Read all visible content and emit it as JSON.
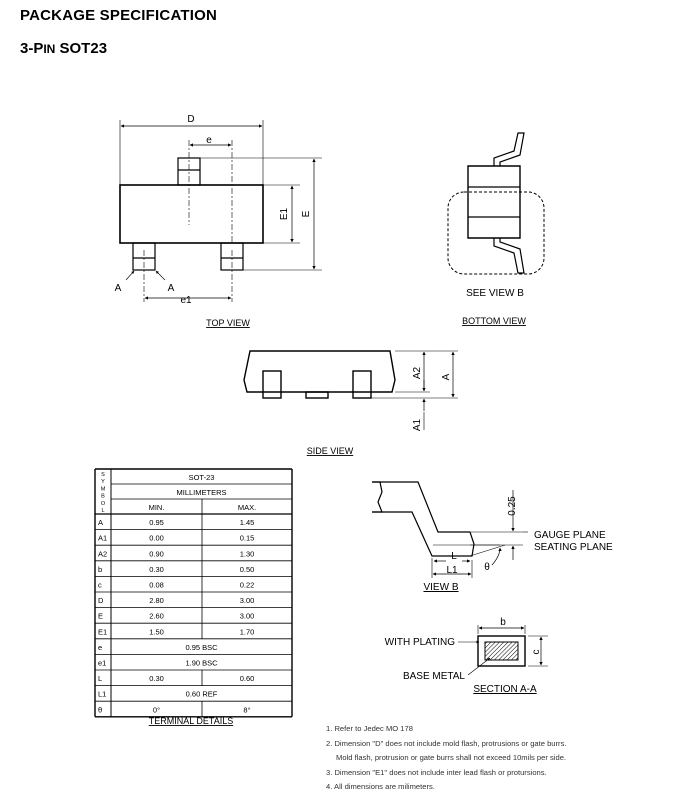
{
  "header": {
    "title": "PACKAGE SPECIFICATION",
    "subtitle_prefix": "3-P",
    "subtitle_smallcaps": "IN",
    "subtitle_rest": " SOT23"
  },
  "top_view": {
    "caption": "TOP VIEW",
    "labels": {
      "D": "D",
      "e": "e",
      "E1": "E1",
      "E": "E",
      "A_left": "A",
      "A_right": "A",
      "e1": "e1"
    }
  },
  "bottom_view": {
    "caption": "BOTTOM VIEW",
    "see_view": "SEE VIEW B"
  },
  "side_view": {
    "caption": "SIDE VIEW",
    "labels": {
      "A2": "A2",
      "A": "A",
      "A1": "A1"
    }
  },
  "table": {
    "symbol_header": [
      "S",
      "Y",
      "M",
      "B",
      "O",
      "L"
    ],
    "package": "SOT-23",
    "unit": "MILLIMETERS",
    "col_min": "MIN.",
    "col_max": "MAX.",
    "rows": [
      {
        "sym": "A",
        "min": "0.95",
        "max": "1.45"
      },
      {
        "sym": "A1",
        "min": "0.00",
        "max": "0.15"
      },
      {
        "sym": "A2",
        "min": "0.90",
        "max": "1.30"
      },
      {
        "sym": "b",
        "min": "0.30",
        "max": "0.50"
      },
      {
        "sym": "c",
        "min": "0.08",
        "max": "0.22"
      },
      {
        "sym": "D",
        "min": "2.80",
        "max": "3.00"
      },
      {
        "sym": "E",
        "min": "2.60",
        "max": "3.00"
      },
      {
        "sym": "E1",
        "min": "1.50",
        "max": "1.70"
      },
      {
        "sym": "e",
        "span": "0.95 BSC"
      },
      {
        "sym": "e1",
        "span": "1.90 BSC"
      },
      {
        "sym": "L",
        "min": "0.30",
        "max": "0.60"
      },
      {
        "sym": "L1",
        "span": "0.60 REF"
      },
      {
        "sym": "θ",
        "min": "0°",
        "max": "8°"
      }
    ],
    "caption": "TERMINAL DETAILS"
  },
  "view_b": {
    "caption": "VIEW B",
    "dim_025": "0.25",
    "gauge_plane": "GAUGE PLANE",
    "seating_plane": "SEATING PLANE",
    "L": "L",
    "L1": "L1",
    "theta": "θ"
  },
  "section_aa": {
    "b": "b",
    "c": "c",
    "with_plating": "WITH PLATING",
    "base_metal": "BASE METAL",
    "caption": "SECTION A-A"
  },
  "notes": [
    "1. Refer to Jedec MO 178",
    "2. Dimension \"D\" does not include mold flash, protrusions or gate burrs.",
    "    Mold flash, protrusion or gate burrs shall not exceed 10mils per side.",
    "3. Dimension \"E1\" does not include inter lead flash or protursions.",
    "4. All dimensions are milimeters."
  ]
}
